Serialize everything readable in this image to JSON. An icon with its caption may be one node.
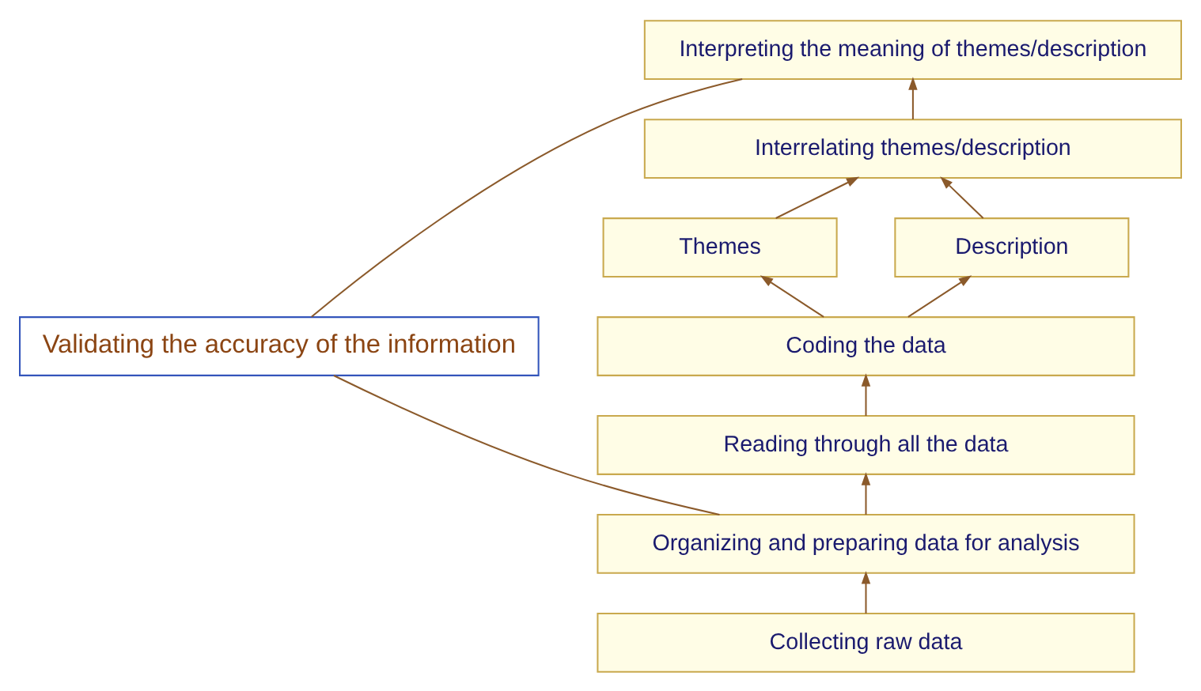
{
  "diagram": {
    "nodes": [
      {
        "text": [
          "Validating the accuracy of the information"
        ]
      },
      {
        "text": [
          "Interpreting the meaning of themes/description"
        ]
      },
      {
        "text": [
          "Interrelating themes/description"
        ]
      },
      {
        "text": [
          "Themes"
        ]
      },
      {
        "text": [
          "Description"
        ]
      },
      {
        "text": [
          "Coding the data"
        ]
      },
      {
        "text": [
          "Reading through all the data"
        ]
      },
      {
        "text": [
          "Organizing and preparing data for analysis"
        ]
      },
      {
        "text": [
          "Collecting raw data"
        ]
      }
    ],
    "edges": [
      {
        "from": 8,
        "to": 7,
        "arrow": "to"
      },
      {
        "from": 7,
        "to": 6,
        "arrow": "to"
      },
      {
        "from": 6,
        "to": 5,
        "arrow": "to"
      },
      {
        "from": 5,
        "to": 3,
        "arrow": "to"
      },
      {
        "from": 5,
        "to": 4,
        "arrow": "to"
      },
      {
        "from": 3,
        "to": 2,
        "arrow": "to"
      },
      {
        "from": 4,
        "to": 2,
        "arrow": "to"
      },
      {
        "from": 2,
        "to": 1,
        "arrow": "to"
      },
      {
        "from": 0,
        "to": 1,
        "arrow": "none"
      },
      {
        "from": 0,
        "to": 7,
        "arrow": "none"
      }
    ]
  }
}
